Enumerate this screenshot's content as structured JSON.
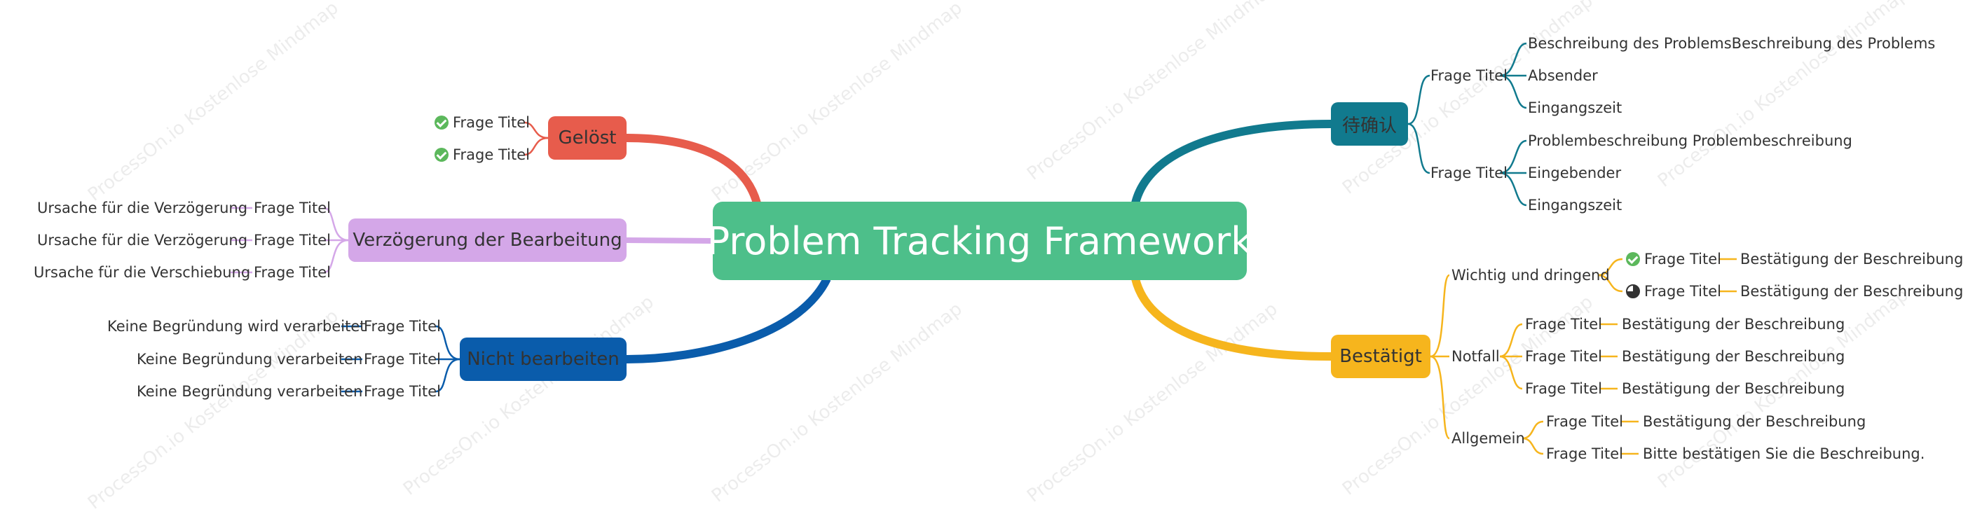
{
  "watermark": "ProcessOn.io Kostenlose Mindmap",
  "root": {
    "label": "Problem Tracking Framework"
  },
  "colors": {
    "root": "#4dbf8a",
    "geloest": "#e75c4c",
    "verzoegerung": "#d4a7e8",
    "nicht": "#0a5cab",
    "warten": "#117a8e",
    "bestaetigt": "#f6b51d"
  },
  "left": {
    "geloest": {
      "label": "Gelöst",
      "children": [
        {
          "label": "Frage Titel",
          "icon": "check-circle-icon"
        },
        {
          "label": "Frage Titel",
          "icon": "check-circle-icon"
        }
      ]
    },
    "verzoegerung": {
      "label": "Verzögerung der Bearbeitung",
      "children": [
        {
          "label": "Frage Titel",
          "child": "Ursache für die Verzögerung"
        },
        {
          "label": "Frage Titel",
          "child": "Ursache für die Verzögerung"
        },
        {
          "label": "Frage Titel",
          "child": "Ursache für die Verschiebung"
        }
      ]
    },
    "nicht": {
      "label": "Nicht bearbeiten",
      "children": [
        {
          "label": "Frage Titel",
          "child": "Keine Begründung wird verarbeitet"
        },
        {
          "label": "Frage Titel",
          "child": "Keine Begründung verarbeiten"
        },
        {
          "label": "Frage Titel",
          "child": "Keine Begründung verarbeiten"
        }
      ]
    }
  },
  "right": {
    "warten": {
      "label": "待确认",
      "children": [
        {
          "label": "Frage Titel",
          "children": [
            "Beschreibung des ProblemsBeschreibung des Problems",
            "Absender",
            "Eingangszeit"
          ]
        },
        {
          "label": "Frage Titel",
          "children": [
            "Problembeschreibung Problembeschreibung",
            "Eingebender",
            "Eingangszeit"
          ]
        }
      ]
    },
    "bestaetigt": {
      "label": "Bestätigt",
      "groups": [
        {
          "label": "Wichtig und dringend",
          "items": [
            {
              "label": "Frage Titel",
              "icon": "check-circle-icon",
              "child": "Bestätigung der Beschreibung"
            },
            {
              "label": "Frage Titel",
              "icon": "progress-three-quarter-icon",
              "child": "Bestätigung der Beschreibung"
            }
          ]
        },
        {
          "label": "Notfall",
          "items": [
            {
              "label": "Frage Titel",
              "child": "Bestätigung der Beschreibung"
            },
            {
              "label": "Frage Titel",
              "child": "Bestätigung der Beschreibung"
            },
            {
              "label": "Frage Titel",
              "child": "Bestätigung der Beschreibung"
            }
          ]
        },
        {
          "label": "Allgemein",
          "items": [
            {
              "label": "Frage Titel",
              "child": "Bestätigung der Beschreibung"
            },
            {
              "label": "Frage Titel",
              "child": "Bitte bestätigen Sie die Beschreibung."
            }
          ]
        }
      ]
    }
  }
}
